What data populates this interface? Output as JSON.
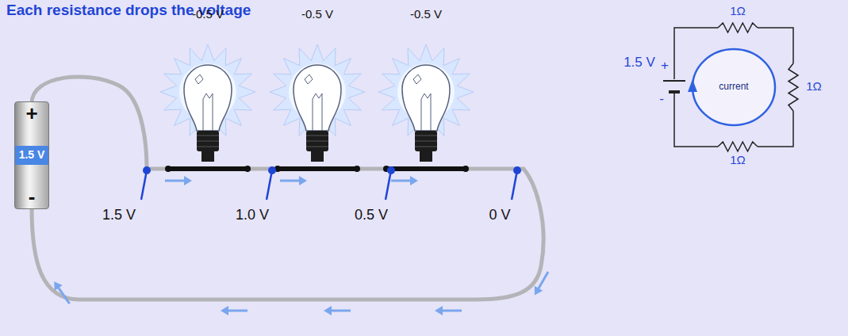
{
  "diagram": {
    "title": "Each resistance drops the voltage",
    "nodes": [
      {
        "text": [
          "+",
          "1.5 V",
          "-"
        ]
      }
    ],
    "labels": [
      "-0.5 V",
      "-0.5 V",
      "-0.5 V",
      "1.5 V",
      "1.0 V",
      "0.5 V",
      "0 V",
      "1Ω",
      "1.5 V",
      "+",
      "-",
      "current",
      "1Ω",
      "1Ω"
    ]
  }
}
